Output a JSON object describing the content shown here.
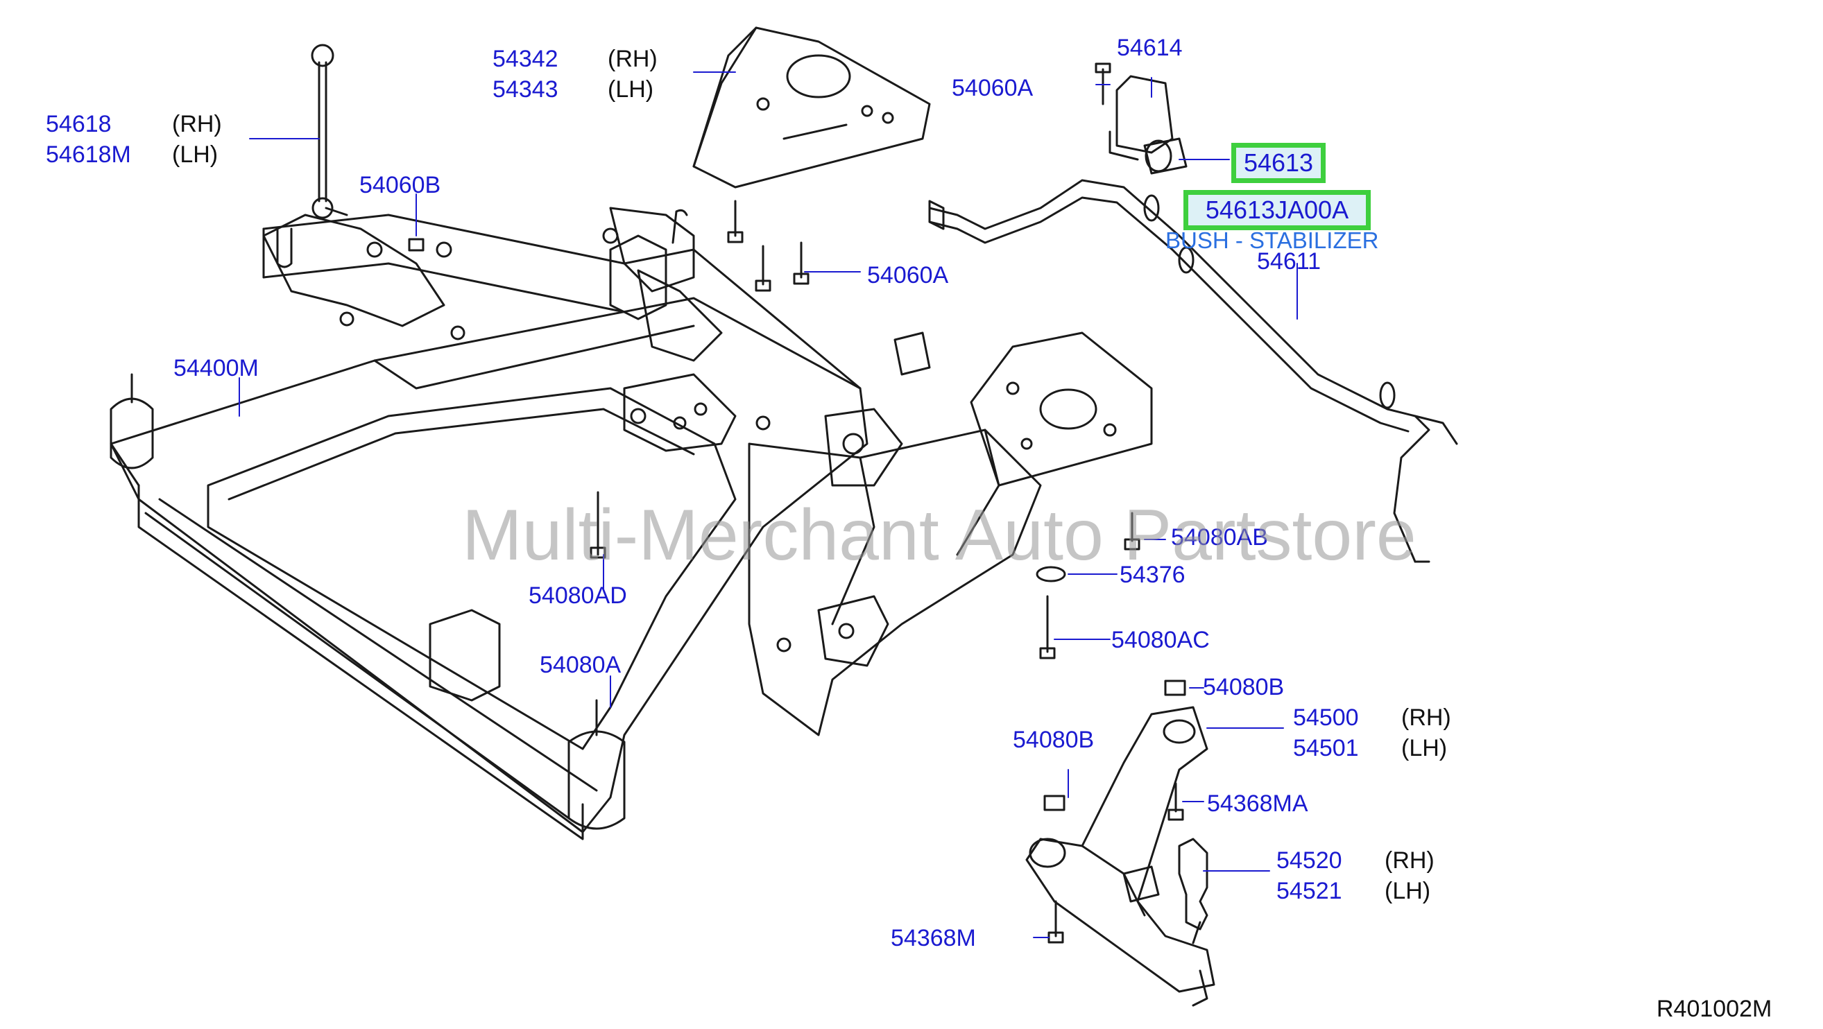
{
  "diagram": {
    "reference_code": "R401002M",
    "watermark": "Multi-Merchant Auto Partstore",
    "highlighted_parts": [
      {
        "part": "54613"
      },
      {
        "part": "54613JA00A",
        "description": "BUSH - STABILIZER"
      }
    ],
    "callouts": [
      {
        "part": "54342",
        "side": "(RH)"
      },
      {
        "part": "54343",
        "side": "(LH)"
      },
      {
        "part": "54618",
        "side": "(RH)"
      },
      {
        "part": "54618M",
        "side": "(LH)"
      },
      {
        "part": "54060B"
      },
      {
        "part": "54060A"
      },
      {
        "part": "54060A"
      },
      {
        "part": "54614"
      },
      {
        "part": "54611"
      },
      {
        "part": "54400M"
      },
      {
        "part": "54080AB"
      },
      {
        "part": "54376"
      },
      {
        "part": "54080AD"
      },
      {
        "part": "54080AC"
      },
      {
        "part": "54080A"
      },
      {
        "part": "54080B"
      },
      {
        "part": "54080B"
      },
      {
        "part": "54500",
        "side": "(RH)"
      },
      {
        "part": "54501",
        "side": "(LH)"
      },
      {
        "part": "54368MA"
      },
      {
        "part": "54520",
        "side": "(RH)"
      },
      {
        "part": "54521",
        "side": "(LH)"
      },
      {
        "part": "54368M"
      }
    ]
  }
}
